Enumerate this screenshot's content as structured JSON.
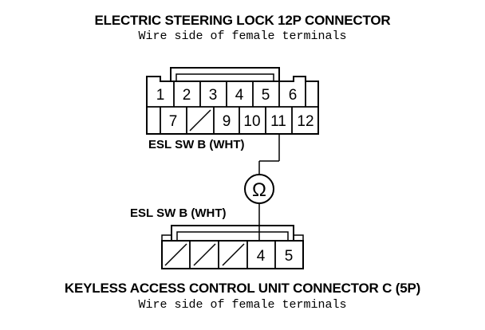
{
  "top_connector": {
    "title": "ELECTRIC STEERING LOCK 12P CONNECTOR",
    "subtitle": "Wire side of female terminals",
    "row1": [
      "1",
      "2",
      "3",
      "4",
      "5",
      "6"
    ],
    "row2": [
      "7",
      "",
      "9",
      "10",
      "11",
      "12"
    ]
  },
  "bottom_connector": {
    "title": "KEYLESS ACCESS CONTROL UNIT CONNECTOR C (5P)",
    "subtitle": "Wire side of female terminals",
    "cells": [
      "",
      "",
      "",
      "4",
      "5"
    ]
  },
  "wire_labels": {
    "top": "ESL SW B (WHT)",
    "bottom": "ESL SW B (WHT)"
  },
  "meter": {
    "symbol": "Ω"
  }
}
